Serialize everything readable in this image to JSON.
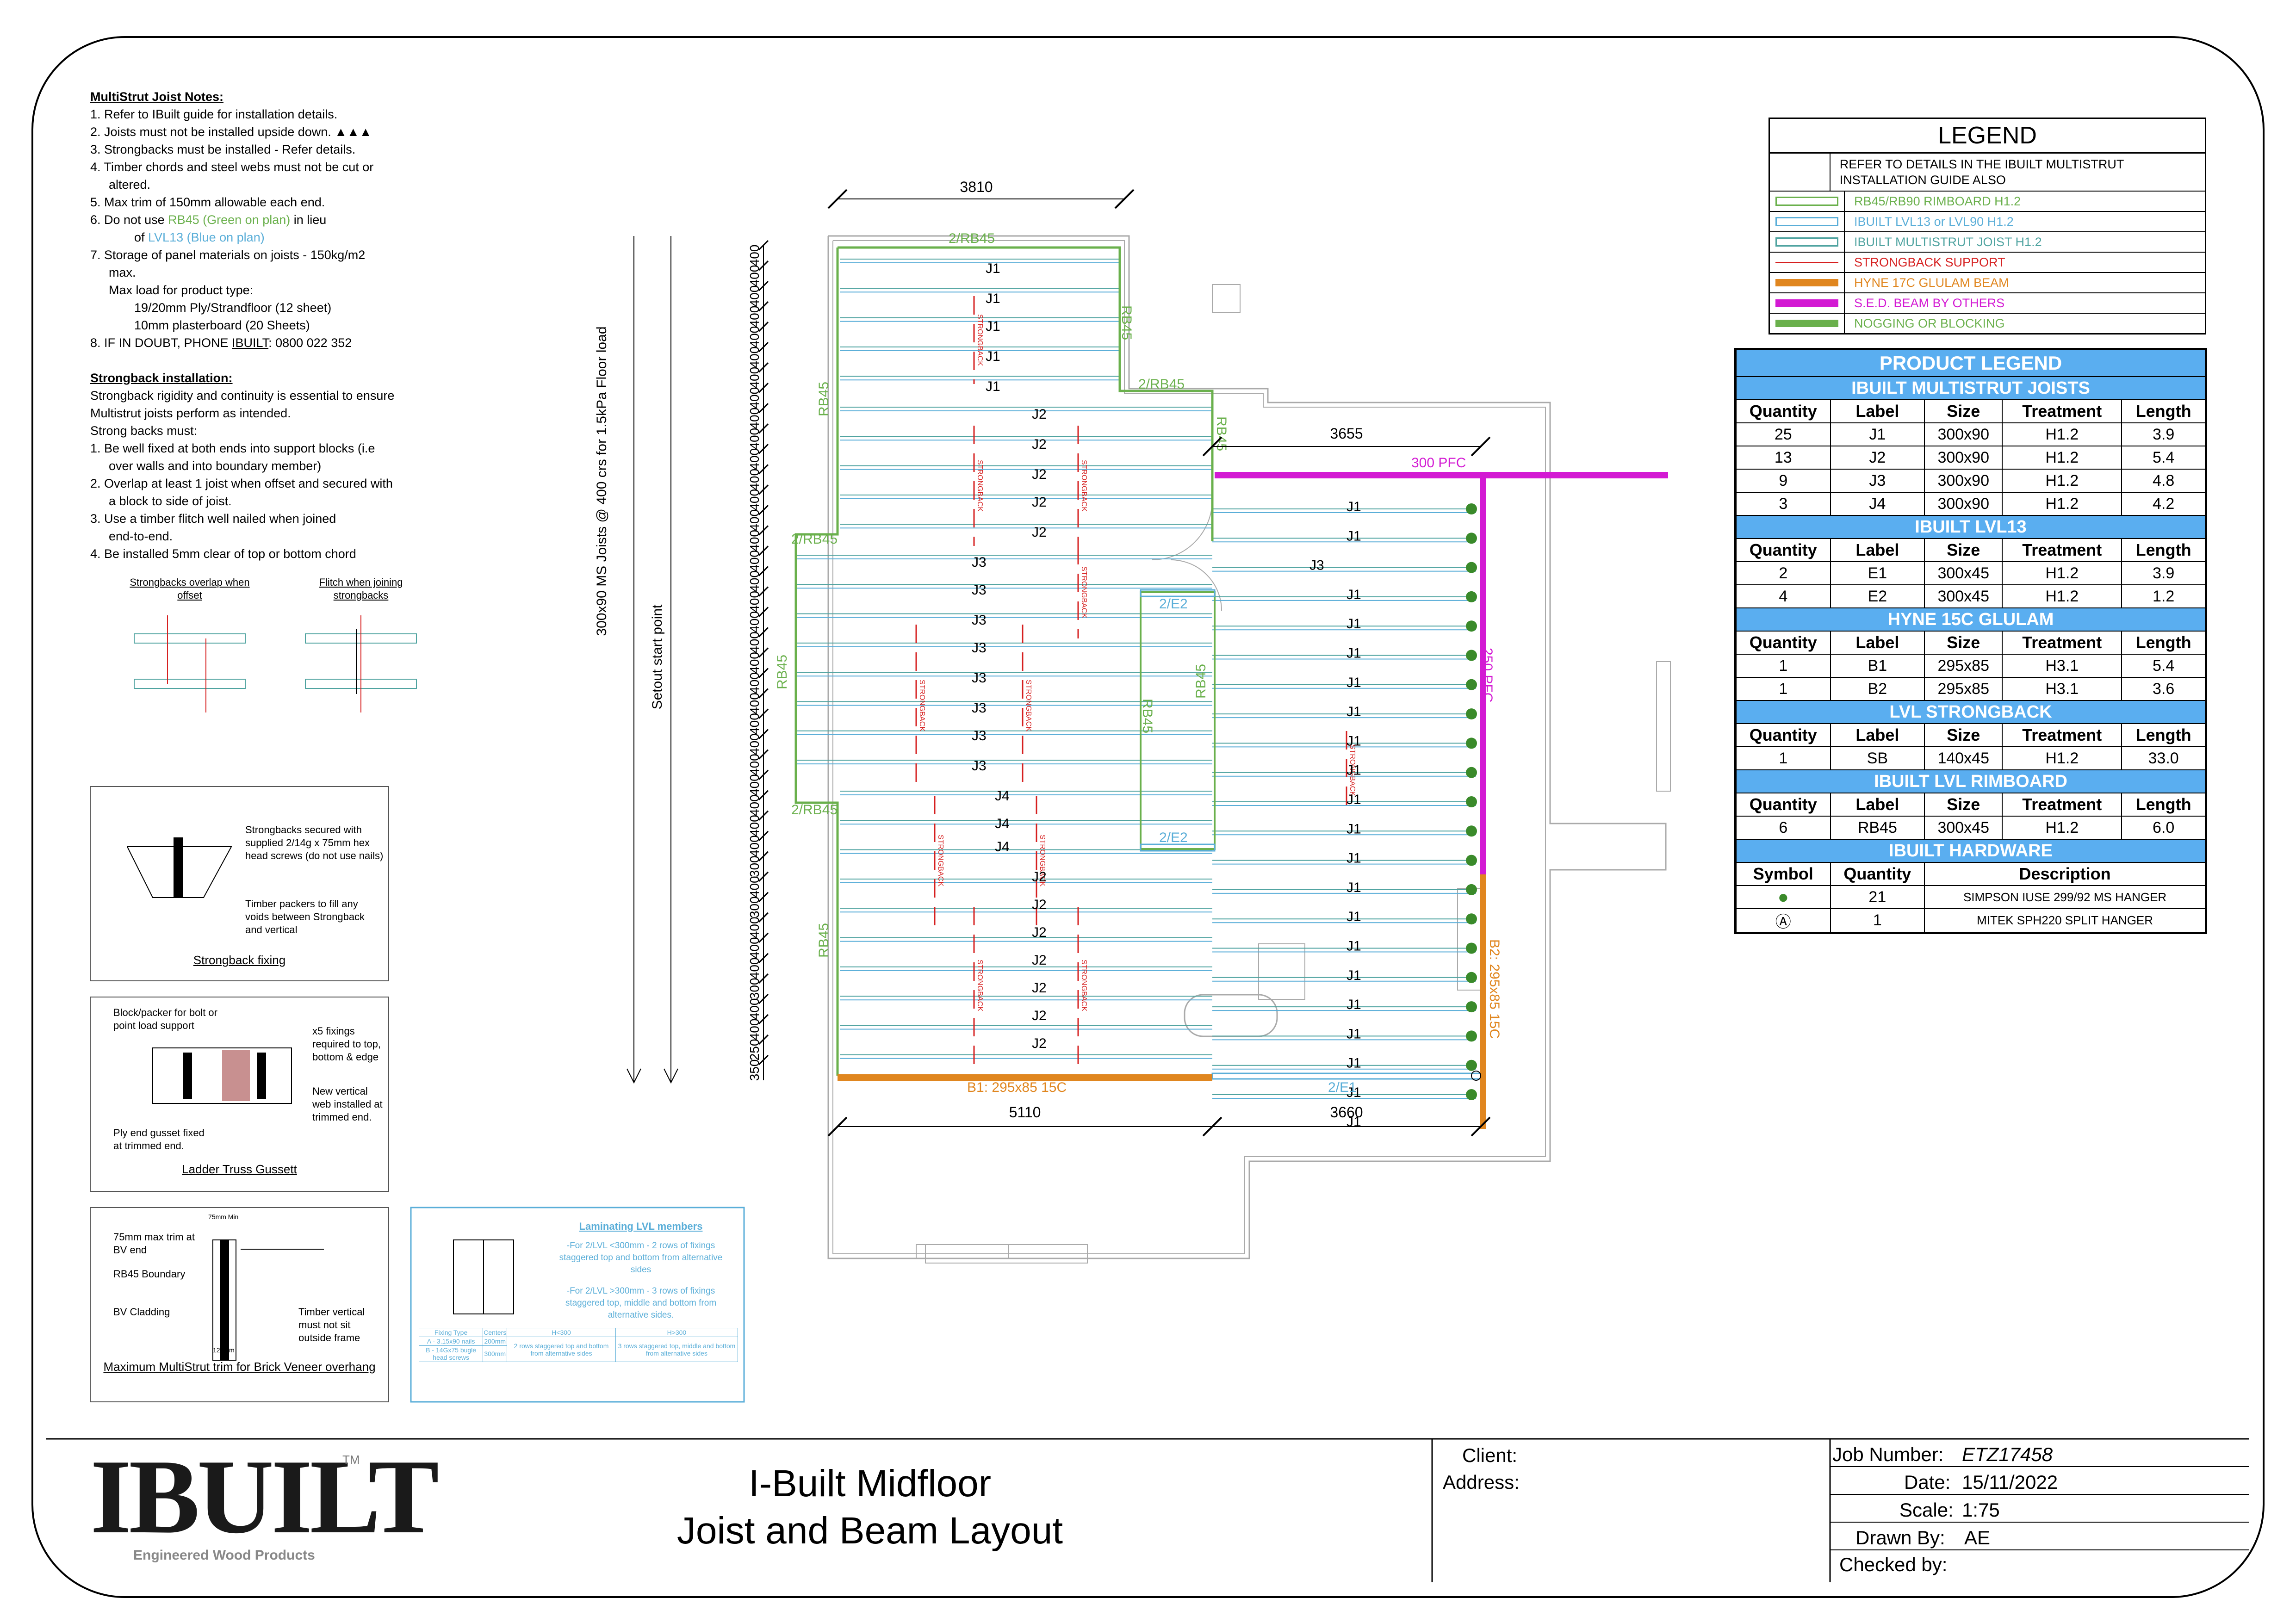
{
  "notes": {
    "title": "MultiStrut Joist Notes:",
    "items": [
      "1.  Refer to IBuilt guide for installation details.",
      "2.  Joists must not be installed upside down. ▲▲▲",
      "3.  Strongbacks must be installed - Refer details.",
      "4.  Timber chords and steel webs must not be cut or",
      "altered.",
      "5.  Max trim of 150mm allowable each end.",
      "6.  Do not use ",
      "RB45 (Green on plan)",
      " in lieu",
      "of ",
      "LVL13 (Blue on plan)",
      "7.  Storage of panel materials on joists - 150kg/m2",
      "max.",
      "Max load for product type:",
      "19/20mm Ply/Strandfloor (12 sheet)",
      "10mm plasterboard (20 Sheets)",
      "8.  IF IN DOUBT, PHONE ",
      "IBUILT",
      ": 0800 022 352"
    ],
    "strongback_title": "Strongback installation:",
    "strongback_items": [
      "Strongback rigidity and continuity is essential to ensure",
      "Multistrut joists perform as intended.",
      "Strong backs must:",
      "1.  Be well fixed at both ends into support blocks (i.e",
      "over walls and into boundary member)",
      "2.  Overlap at least 1 joist when offset and secured with",
      "a block to side of joist.",
      "3.  Use a timber flitch well nailed when joined",
      "end-to-end.",
      "4.  Be installed 5mm clear of top or bottom chord"
    ],
    "overlap_caption": "Strongbacks overlap when offset",
    "flitch_caption": "Flitch when joining strongbacks"
  },
  "details": {
    "strongback_fixing": {
      "caption": "Strongback fixing",
      "note1": "Strongbacks secured with supplied 2/14g x 75mm hex head screws (do not use nails)",
      "note2": "Timber packers to fill any voids between Strongback and vertical"
    },
    "ladder_truss": {
      "caption": "Ladder Truss Gussett",
      "note1": "Block/packer for bolt or point load support",
      "note2": "x5 fixings required to top, bottom & edge",
      "note3": "New vertical web installed at trimmed end.",
      "note4": "Ply end gusset fixed at trimmed end."
    },
    "max_trim": {
      "caption": "Maximum MultiStrut trim for Brick Veneer overhang",
      "note1": "75mm max trim at BV end",
      "note2": "RB45 Boundary",
      "note3": "BV Cladding",
      "note4": "Timber vertical must not sit outside frame",
      "dim1": "75mm Min",
      "dim2": "120mm"
    },
    "laminating": {
      "title": "Laminating LVL members",
      "text1": "-For 2/LVL <300mm - 2 rows of fixings staggered top and bottom from alternative sides",
      "text2": "-For 2/LVL >300mm - 3 rows of fixings staggered top, middle and bottom from alternative sides.",
      "headers": [
        "Fixing Type",
        "Centers",
        "H<300",
        "H>300"
      ],
      "rows": [
        [
          "A - 3.15x90 nails",
          "200mm",
          "2 rows staggered top and bottom from alternative sides",
          "3 rows staggered top, middle and bottom from alternative sides"
        ],
        [
          "B - 14Gx75 bugle head screws",
          "300mm",
          "",
          ""
        ]
      ]
    }
  },
  "legend": {
    "title": "LEGEND",
    "rows": [
      {
        "text": "REFER TO DETAILS IN THE IBUILT MULTISTRUT INSTALLATION GUIDE ALSO",
        "color": "#000000"
      },
      {
        "text": "RB45/RB90 RIMBOARD H1.2",
        "color": "#6ab04c"
      },
      {
        "text": "IBUILT LVL13 or LVL90 H1.2",
        "color": "#5aaed8"
      },
      {
        "text": "IBUILT MULTISTRUT JOIST H1.2",
        "color": "#4fa3a0"
      },
      {
        "text": "STRONGBACK SUPPORT",
        "color": "#d62020"
      },
      {
        "text": "HYNE 17C GLULAM BEAM",
        "color": "#e0861f"
      },
      {
        "text": "S.E.D. BEAM BY OTHERS",
        "color": "#d31ad3"
      },
      {
        "text": "NOGGING OR BLOCKING",
        "color": "#6ab04c"
      }
    ]
  },
  "product_legend": {
    "title": "PRODUCT LEGEND",
    "headers": [
      "Quantity",
      "Label",
      "Size",
      "Treatment",
      "Length"
    ],
    "sections": [
      {
        "name": "IBUILT MULTISTRUT JOISTS",
        "rows": [
          [
            "25",
            "J1",
            "300x90",
            "H1.2",
            "3.9"
          ],
          [
            "13",
            "J2",
            "300x90",
            "H1.2",
            "5.4"
          ],
          [
            "9",
            "J3",
            "300x90",
            "H1.2",
            "4.8"
          ],
          [
            "3",
            "J4",
            "300x90",
            "H1.2",
            "4.2"
          ]
        ]
      },
      {
        "name": "IBUILT LVL13",
        "rows": [
          [
            "2",
            "E1",
            "300x45",
            "H1.2",
            "3.9"
          ],
          [
            "4",
            "E2",
            "300x45",
            "H1.2",
            "1.2"
          ]
        ]
      },
      {
        "name": "HYNE 15C GLULAM",
        "rows": [
          [
            "1",
            "B1",
            "295x85",
            "H3.1",
            "5.4"
          ],
          [
            "1",
            "B2",
            "295x85",
            "H3.1",
            "3.6"
          ]
        ]
      },
      {
        "name": "LVL STRONGBACK",
        "rows": [
          [
            "1",
            "SB",
            "140x45",
            "H1.2",
            "33.0"
          ]
        ]
      },
      {
        "name": "IBUILT LVL RIMBOARD",
        "rows": [
          [
            "6",
            "RB45",
            "300x45",
            "H1.2",
            "6.0"
          ]
        ]
      }
    ],
    "hardware": {
      "name": "IBUILT HARDWARE",
      "headers": [
        "Symbol",
        "Quantity",
        "Description"
      ],
      "rows": [
        [
          "●",
          "21",
          "SIMPSON IUSE 299/92 MS HANGER"
        ],
        [
          "Ⓐ",
          "1",
          "MITEK SPH220 SPLIT HANGER"
        ]
      ]
    }
  },
  "plan": {
    "dims": {
      "top": "3810",
      "right_top": "3655",
      "bottom_left": "5110",
      "bottom_right": "3660"
    },
    "vertical_note": "300x90 MS Joists @ 400 crs for 1.5kPa Floor load",
    "setout": "Setout start point",
    "spacing_top": [
      "400",
      "400",
      "400",
      "400",
      "400",
      "400",
      "400",
      "400",
      "400",
      "400",
      "400",
      "400",
      "400",
      "400",
      "400",
      "400",
      "400",
      "400",
      "400",
      "400",
      "400",
      "400",
      "400",
      "400",
      "400",
      "400",
      "400",
      "400",
      "400",
      "400",
      "300",
      "400",
      "300",
      "400",
      "400",
      "400",
      "300",
      "400",
      "400",
      "250",
      "350"
    ],
    "beams": {
      "pfc300": "300 PFC",
      "pfc250": "250 PFC",
      "b1": "B1: 295x85 15C",
      "b2": "B2: 295x85 15C",
      "e1": "2/E1",
      "e2a": "2/E2",
      "e2b": "2/E2"
    },
    "rim_labels": {
      "top": "2/RB45",
      "mid": "2/RB45",
      "rb45_a": "RB45",
      "rb45_b": "RB45",
      "rb45_c": "RB45",
      "rb45_d": "RB45",
      "left1": "2/RB45",
      "left2": "2/RB45",
      "rb45_e": "RB45",
      "rb45_f": "RB45",
      "rb45_g": "RB45"
    },
    "strongback_text": "STRONGBACK",
    "joist_labels_left": [
      "J1",
      "J1",
      "J1",
      "J1",
      "J1",
      "J2",
      "J2",
      "J2",
      "J2",
      "J2",
      "J3",
      "J3",
      "J3",
      "J3",
      "J3",
      "J3",
      "J3",
      "J3",
      "J4",
      "J4",
      "J4",
      "J2",
      "J2",
      "J2",
      "J2",
      "J2",
      "J2",
      "J2"
    ],
    "joist_labels_right": [
      "J1",
      "J1",
      "J3",
      "J1",
      "J1",
      "J1",
      "J1",
      "J1",
      "J1",
      "J1",
      "J1",
      "J1",
      "J1",
      "J1",
      "J1",
      "J1",
      "J1",
      "J1",
      "J1",
      "J1",
      "J1",
      "J1"
    ]
  },
  "title_block": {
    "logo": "IBUILT",
    "logo_tm": "TM",
    "logo_sub": "Engineered Wood Products",
    "title1": "I-Built Midfloor",
    "title2": "Joist and Beam Layout",
    "client_label": "Client:",
    "address_label": "Address:",
    "job_label": "Job Number:",
    "job_value": "ETZ17458",
    "date_label": "Date:",
    "date_value": "15/11/2022",
    "scale_label": "Scale:",
    "scale_value": "1:75",
    "drawn_label": "Drawn By:",
    "drawn_value": "AE",
    "checked_label": "Checked by:"
  }
}
